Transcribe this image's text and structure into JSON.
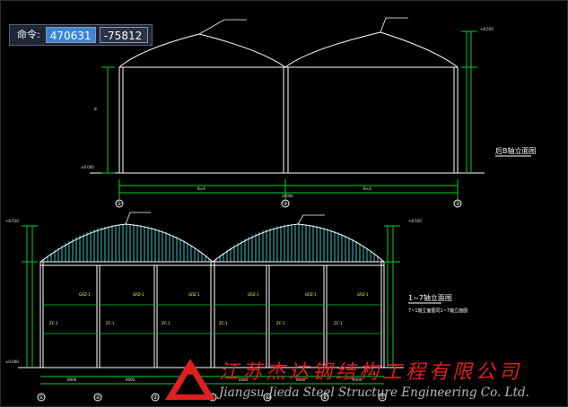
{
  "command_bar": {
    "label": "命令:",
    "x_value": "470631",
    "y_value": "-75812"
  },
  "drawing": {
    "top_elevation": {
      "title": "后B轴立面图",
      "axis_labels": [
        "①",
        "②",
        "③"
      ],
      "colors": {
        "line": "#ffffff",
        "dim": "#00d030",
        "text_yellow": "#ffff66"
      }
    },
    "bottom_elevation": {
      "title": "1~7轴立面图",
      "subtitle": "7~1轴立面图同1~7轴立面图",
      "axis_labels": [
        "①",
        "②",
        "③",
        "④",
        "⑤",
        "⑥",
        "⑦"
      ],
      "colors": {
        "rafter": "#3fd6e0",
        "line": "#ffffff",
        "dim": "#00d030"
      }
    }
  },
  "watermark": {
    "company_cn": "江苏杰达钢结构工程有限公司",
    "company_en": "Jiangsu Jieda Steel Structure Engineering Co. Ltd.",
    "logo_color": "#e02020"
  }
}
